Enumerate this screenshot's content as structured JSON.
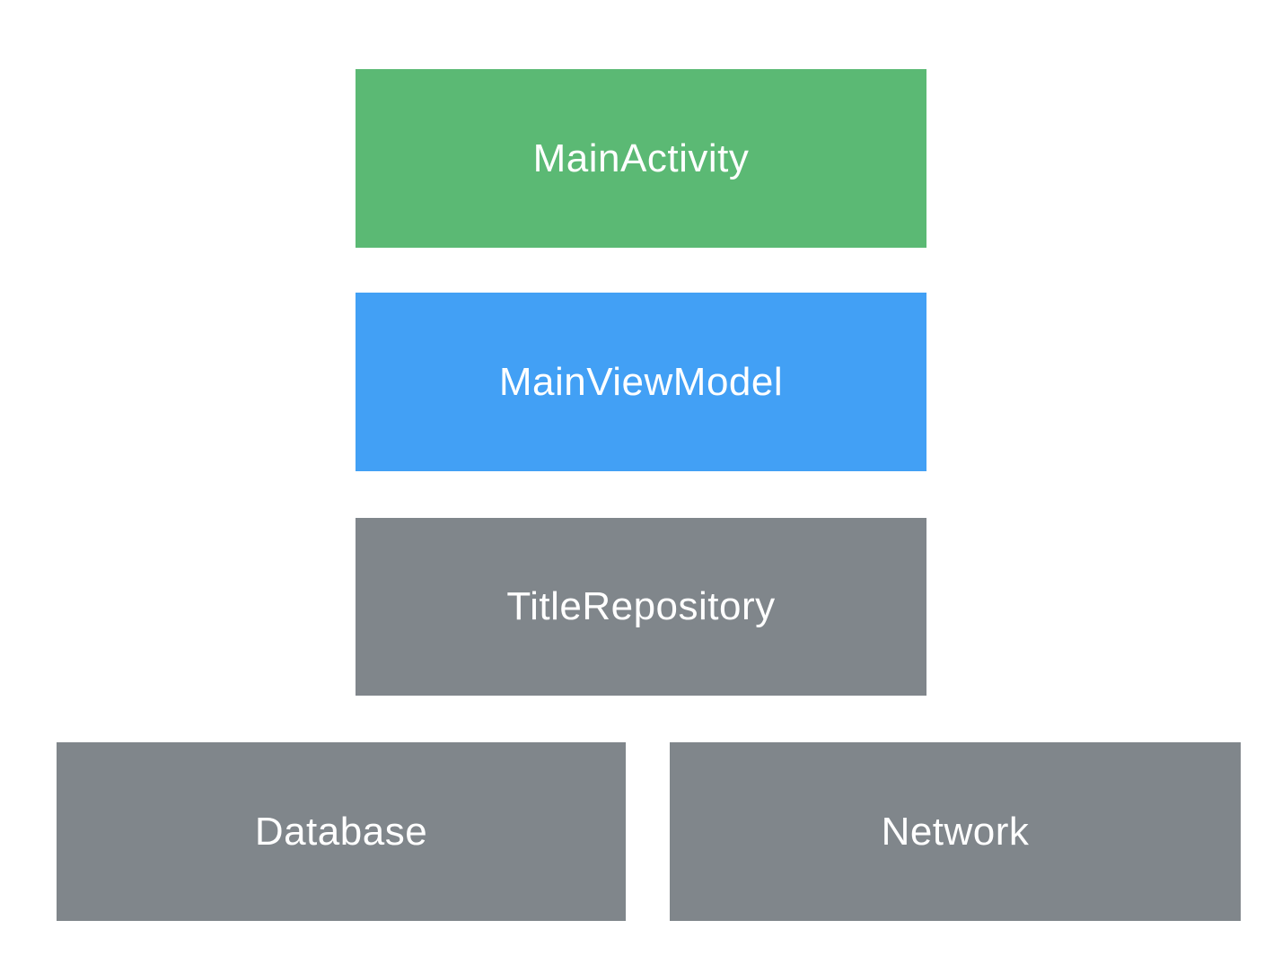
{
  "diagram": {
    "background_color": "#FFFFFF",
    "text_color": "#FFFFFF",
    "boxes": [
      {
        "id": "main-activity",
        "label": "MainActivity",
        "color": "#5BB974"
      },
      {
        "id": "main-view-model",
        "label": "MainViewModel",
        "color": "#42A0F5"
      },
      {
        "id": "title-repository",
        "label": "TitleRepository",
        "color": "#80868B"
      },
      {
        "id": "database",
        "label": "Database",
        "color": "#80868B"
      },
      {
        "id": "network",
        "label": "Network",
        "color": "#80868B"
      }
    ]
  }
}
